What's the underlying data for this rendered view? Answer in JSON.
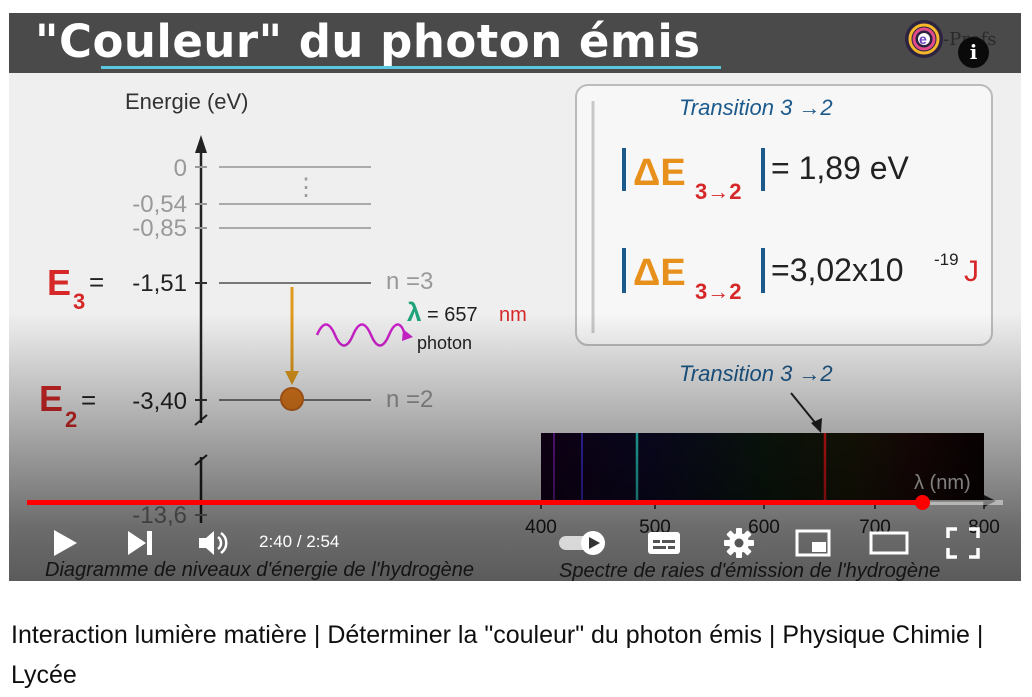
{
  "player": {
    "video_title": "\"Couleur\" du photon émis",
    "brand_text": "-Profs",
    "info_icon": "i",
    "progress_fraction": 0.917,
    "time": {
      "current": "2:40",
      "duration": "2:54"
    }
  },
  "slide": {
    "energy_axis_label": "Energie (eV)",
    "levels": {
      "zero": "0",
      "l054": "-0,54",
      "l085": "-0,85",
      "l151": "-1,51",
      "l340": "-3,40",
      "l136": "-13,6"
    },
    "e3": {
      "letter": "E",
      "sub": "3",
      "eq": "="
    },
    "e2": {
      "letter": "E",
      "sub": "2",
      "eq": "="
    },
    "dots": "⋮",
    "n3": "n =3",
    "n2": "n =2",
    "lambda_label": {
      "symbol": "λ",
      "eq": "= 657",
      "unit": "nm"
    },
    "photon_label": "photon",
    "box": {
      "transition": "Transition  3 →2",
      "delta_e_ev": {
        "delta": "ΔE",
        "sub": "3→2",
        "value": "= 1,89 eV"
      },
      "delta_e_j": {
        "delta": "ΔE",
        "sub": "3→2",
        "value": "=3,02x10",
        "exp": "-19",
        "unit": "J"
      }
    },
    "spectrum_transition": "Transition  3 →2",
    "spectrum_axis_label": "λ (nm)",
    "spectrum_ticks": [
      "400",
      "500",
      "600",
      "700",
      "800"
    ],
    "diagram_caption": "Diagramme de niveaux d'énergie de l'hydrogène",
    "spectrum_caption": "Spectre de raies d'émission de l'hydrogène"
  },
  "controls": {
    "play": "play-icon",
    "next": "next-icon",
    "volume": "volume-icon",
    "autoplay": "autoplay-toggle-icon",
    "subtitles": "subtitles-icon",
    "settings": "gear-icon",
    "miniplayer": "miniplayer-icon",
    "theater": "theater-icon",
    "fullscreen": "fullscreen-icon"
  },
  "colors": {
    "progress": "#ff0000",
    "e_letter": "#d62828",
    "delta_orange": "#e8901c",
    "box_blue": "#1d5a8c",
    "arrow_orange": "#e09a1c",
    "photon_wave": "#cc22cc"
  },
  "caption": "Interaction lumière matière | Déterminer la \"couleur\" du photon émis | Physique Chimie | Lycée"
}
